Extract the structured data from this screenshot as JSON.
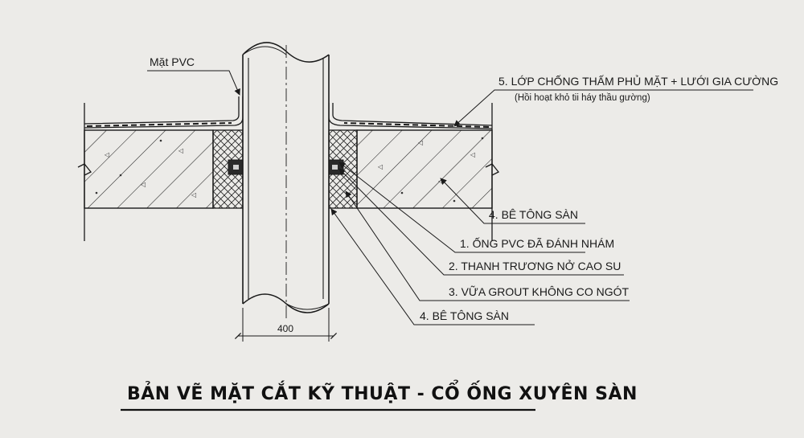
{
  "labels": {
    "pvc_face": "Mặt PVC",
    "waterproof": "5. LỚP CHỐNG THẤM PHỦ MẶT + LƯỚI GIA CƯỜNG",
    "waterproof_note": "(Hồi hoạt khỏ tii háy thầu gường)",
    "slab_top": "4. BÊ TÔNG SÀN",
    "pipe": "1. ỐNG PVC ĐÃ ĐÁNH NHÁM",
    "rubber_bar": "2. THANH TRƯƠNG NỞ CAO SU",
    "grout": "3. VỮA GROUT KHÔNG CO NGÓT",
    "slab_bottom": "4. BÊ TÔNG SÀN"
  },
  "dimension": "400",
  "title": "BẢN VẼ MẶT CẮT KỸ THUẬT - CỔ ỐNG XUYÊN SÀN",
  "colors": {
    "paper": "#ecebe8",
    "ink": "#1a1a1a"
  }
}
